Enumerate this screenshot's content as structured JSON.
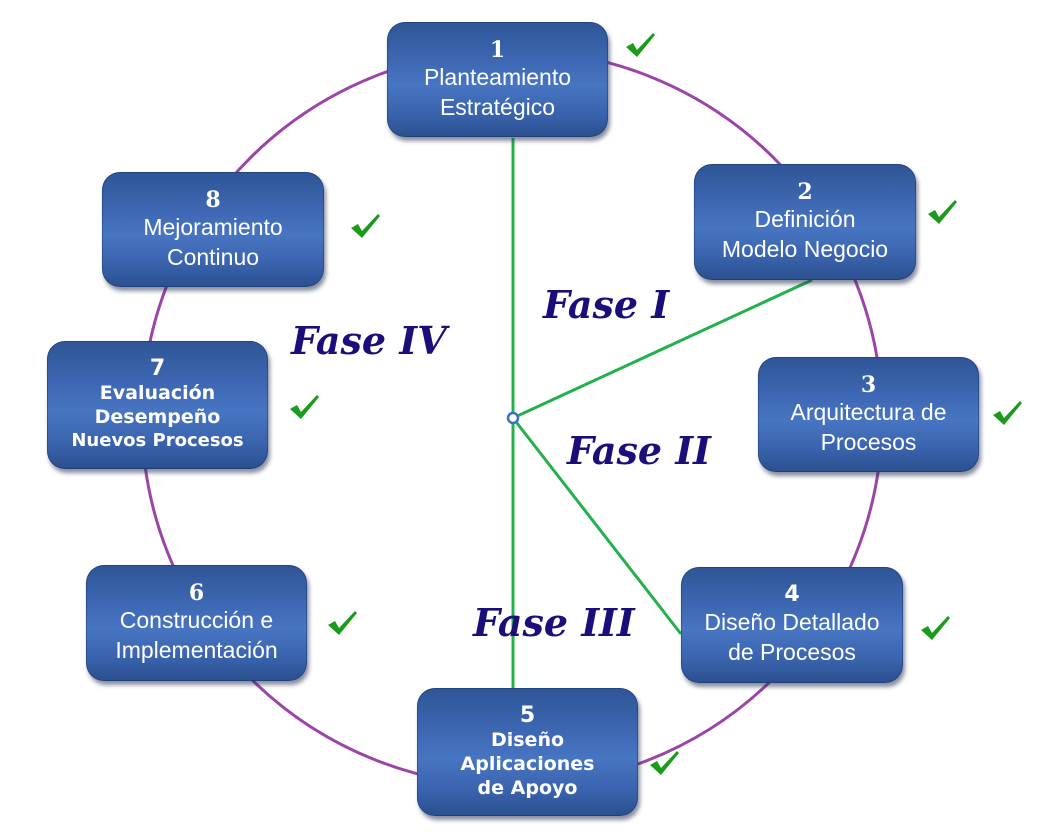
{
  "colors": {
    "box_fill": "#3e68b4",
    "box_text": "#ffffff",
    "circle_stroke": "#9b45a8",
    "spoke_stroke": "#22b14c",
    "center_node": "#3a6fd0",
    "phase_text": "#1a0f7a",
    "check": "#1c9a1c"
  },
  "steps": [
    {
      "number": "1",
      "lines": [
        "Planteamiento",
        "Estratégico"
      ],
      "completed": true
    },
    {
      "number": "2",
      "lines": [
        "Definición",
        "Modelo Negocio"
      ],
      "completed": true
    },
    {
      "number": "3",
      "lines": [
        "Arquitectura de",
        "Procesos"
      ],
      "completed": true
    },
    {
      "number": "4",
      "lines": [
        "Diseño Detallado",
        "de Procesos"
      ],
      "completed": true
    },
    {
      "number": "5",
      "lines": [
        "Diseño",
        "Aplicaciones",
        "de Apoyo"
      ],
      "completed": true
    },
    {
      "number": "6",
      "lines": [
        "Construcción e",
        "Implementación"
      ],
      "completed": true
    },
    {
      "number": "7",
      "lines": [
        "Evaluación",
        "Desempeño",
        "Nuevos Procesos"
      ],
      "completed": true
    },
    {
      "number": "8",
      "lines": [
        "Mejoramiento",
        "Continuo"
      ],
      "completed": true
    }
  ],
  "phases": [
    {
      "label": "Fase I"
    },
    {
      "label": "Fase II"
    },
    {
      "label": "Fase III"
    },
    {
      "label": "Fase IV"
    }
  ]
}
